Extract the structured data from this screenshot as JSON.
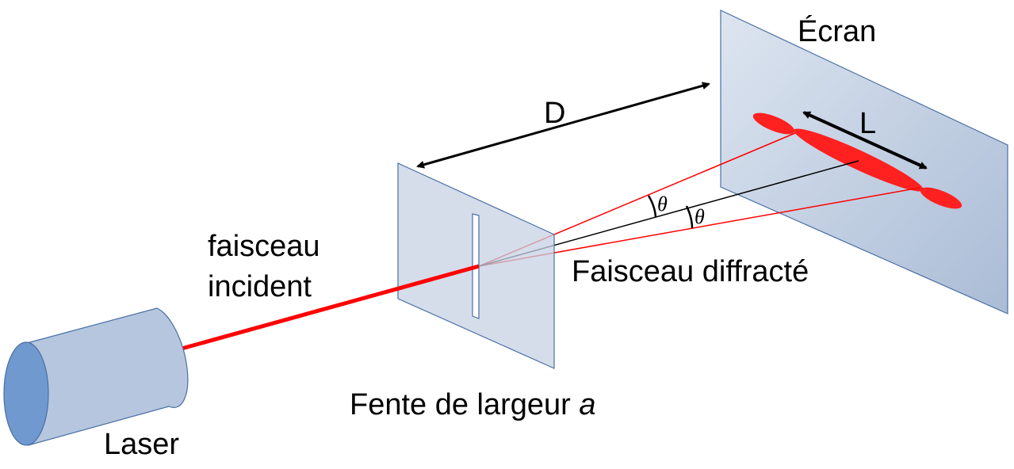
{
  "labels": {
    "screen": "Écran",
    "distance": "D",
    "spot_width": "L",
    "incident_line1": "faisceau",
    "incident_line2": "incident",
    "diffracted": "Faisceau diffracté",
    "theta_upper": "θ",
    "theta_lower": "θ",
    "slit_prefix": "Fente de largeur ",
    "slit_var": "a",
    "laser": "Laser"
  },
  "colors": {
    "beam": "#ff0000",
    "panel_fill": "#cdd7e6",
    "panel_stroke": "#4a6fa5",
    "laser_body": "#b5c6de",
    "laser_face": "#6f99cf",
    "spot": "#ff2020",
    "arrow": "#000000"
  }
}
